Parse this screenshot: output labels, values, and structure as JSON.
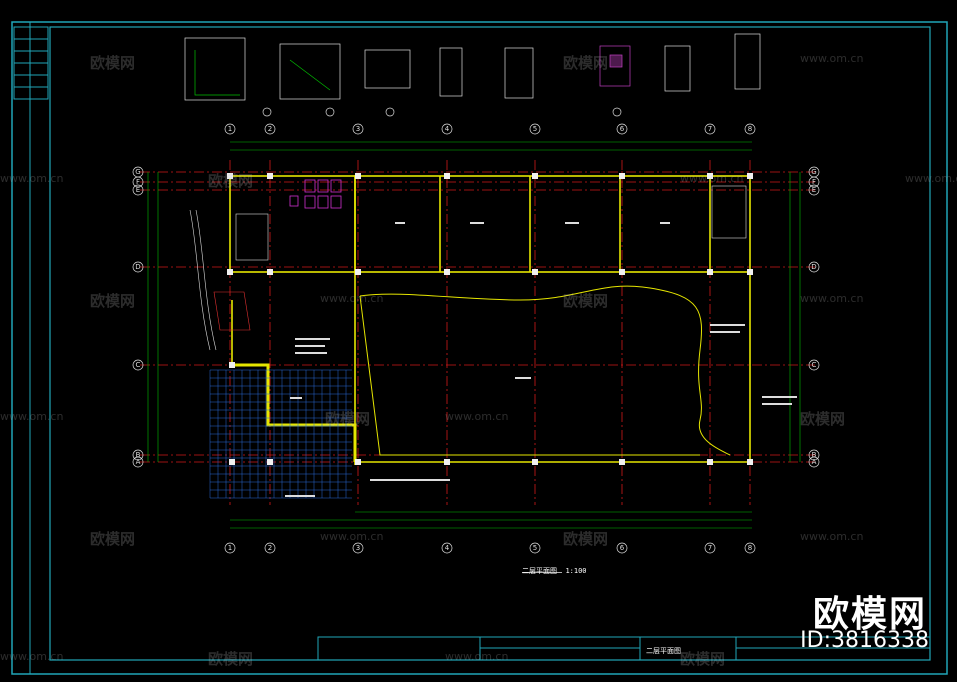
{
  "drawing": {
    "title": "二层平面图",
    "scale": "1:100",
    "title_block_label": "二层平面图"
  },
  "grid_axes": {
    "columns": [
      "1",
      "2",
      "3",
      "4",
      "5",
      "6",
      "7",
      "8"
    ],
    "rows": [
      "A",
      "B",
      "C",
      "D",
      "E",
      "F",
      "G"
    ]
  },
  "watermark": {
    "text": "欧模网",
    "url": "www.om.cn"
  },
  "logo": {
    "text": "欧模网",
    "id": "ID:3816338"
  },
  "colors": {
    "frame": "#21a6b8",
    "grid": "#d01818",
    "wall": "#e6e600",
    "dim": "#00c000",
    "text": "#e0e0e0"
  }
}
